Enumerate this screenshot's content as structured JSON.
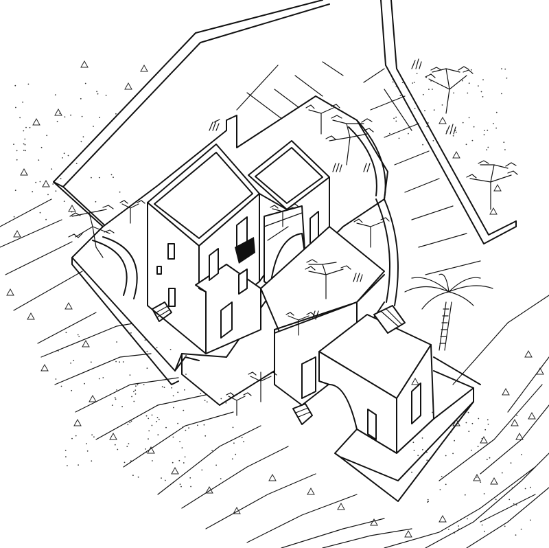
{
  "drawing": {
    "subject": "",
    "style": "line-art",
    "line_color": "#111111",
    "background_color": "#ffffff"
  },
  "elements": {
    "buildings": [
      "main-two-storey-house",
      "arched-annex",
      "lower-cube-house"
    ],
    "trees": 14,
    "palm_trees": 1
  }
}
